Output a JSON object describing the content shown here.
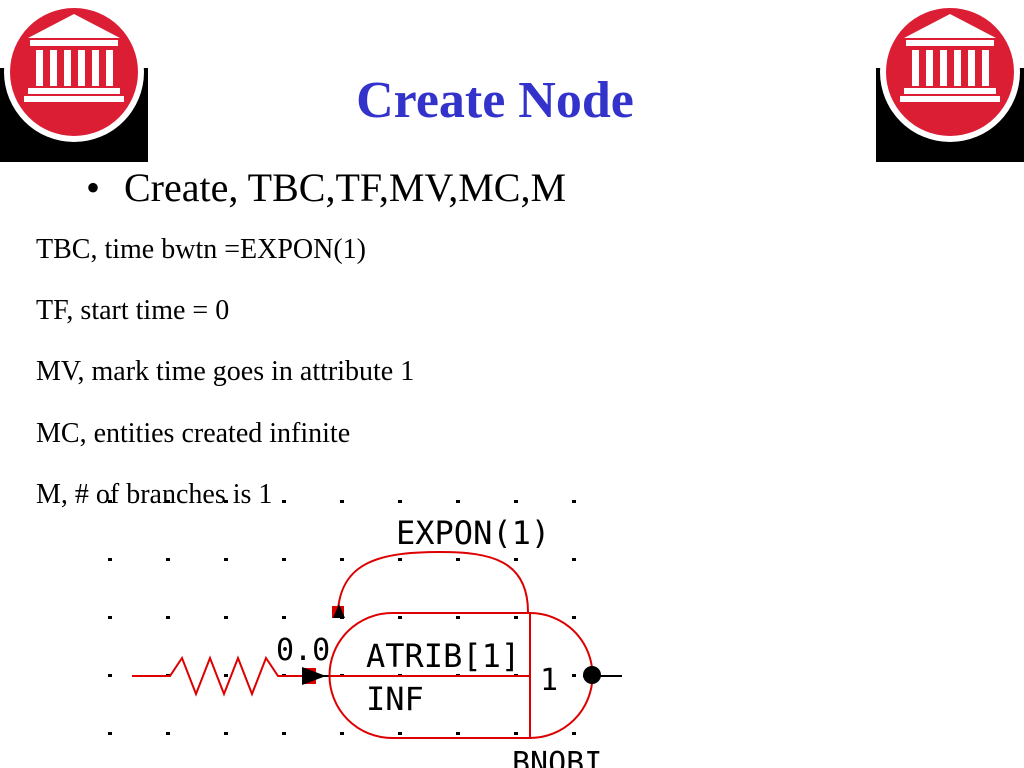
{
  "slide": {
    "title": "Create Node",
    "bullet": "Create, TBC,TF,MV,MC,M",
    "lines": [
      "TBC, time bwtn =EXPON(1)",
      "TF, start time = 0",
      "MV, mark time goes in attribute 1",
      "MC, entities created infinite",
      "M, # of branches is 1"
    ]
  },
  "logo": {
    "icon": "bank-building-icon",
    "color": "#dc1e34"
  },
  "diagram": {
    "expon_label": "EXPON(1)",
    "start_time_label": "0.0",
    "attribute_label": "ATRIB[1]",
    "count_label": "INF",
    "branches_label": "1",
    "bottom_label": "BNOBI"
  }
}
